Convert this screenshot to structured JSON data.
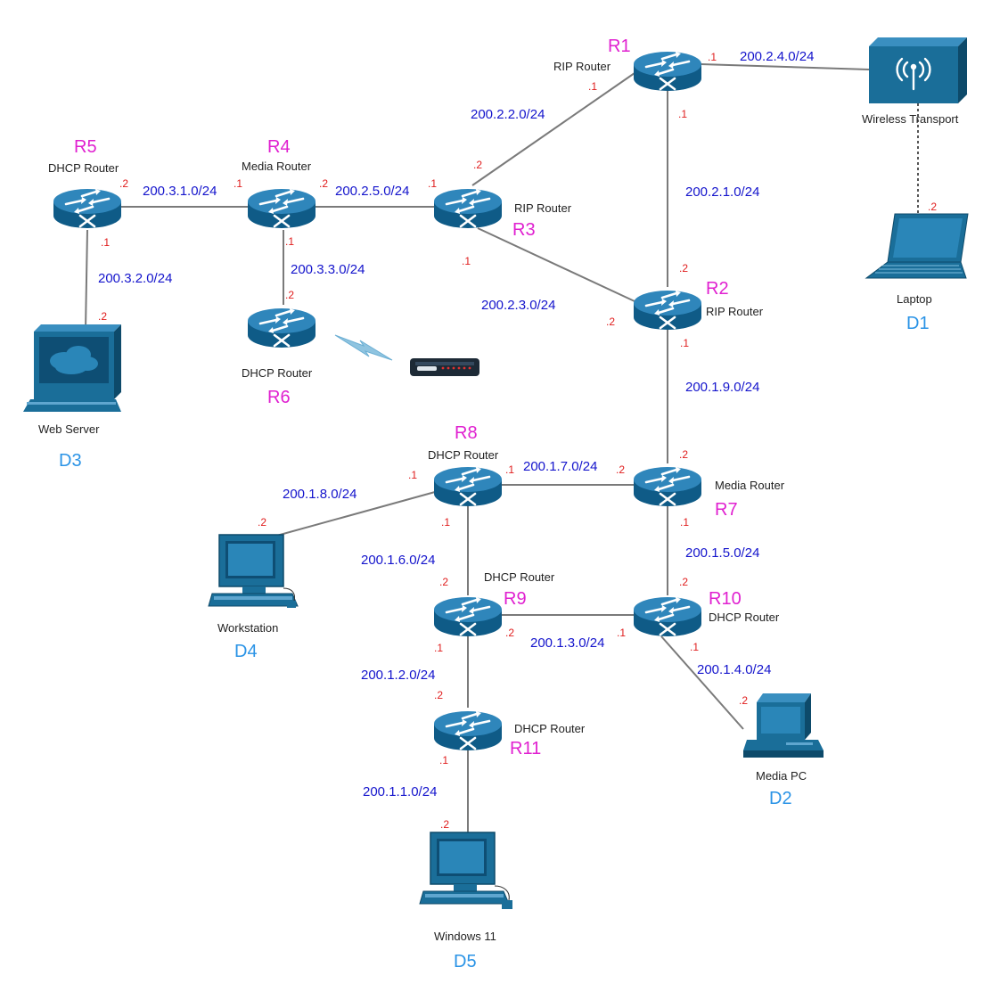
{
  "routers": [
    {
      "id": "R1",
      "role": "RIP Router"
    },
    {
      "id": "R2",
      "role": "RIP Router"
    },
    {
      "id": "R3",
      "role": "RIP Router"
    },
    {
      "id": "R4",
      "role": "Media Router"
    },
    {
      "id": "R5",
      "role": "DHCP Router"
    },
    {
      "id": "R6",
      "role": "DHCP Router"
    },
    {
      "id": "R7",
      "role": "Media Router"
    },
    {
      "id": "R8",
      "role": "DHCP Router"
    },
    {
      "id": "R9",
      "role": "DHCP Router"
    },
    {
      "id": "R10",
      "role": "DHCP Router"
    },
    {
      "id": "R11",
      "role": "DHCP Router"
    }
  ],
  "devices": [
    {
      "id": "D1",
      "label": "Laptop"
    },
    {
      "id": "D2",
      "label": "Media PC"
    },
    {
      "id": "D3",
      "label": "Web Server"
    },
    {
      "id": "D4",
      "label": "Workstation"
    },
    {
      "id": "D5",
      "label": "Windows 11"
    }
  ],
  "wireless": {
    "label": "Wireless Transport"
  },
  "networks": [
    {
      "net": "200.2.4.0/24",
      "a": ".1",
      "b": ".2"
    },
    {
      "net": "200.2.2.0/24",
      "a": ".1",
      "b": ".2"
    },
    {
      "net": "200.2.1.0/24",
      "a": ".1",
      "b": ".2"
    },
    {
      "net": "200.3.1.0/24",
      "a": ".2",
      "b": ".1"
    },
    {
      "net": "200.2.5.0/24",
      "a": ".2",
      "b": ".1"
    },
    {
      "net": "200.3.2.0/24",
      "a": ".1",
      "b": ".2"
    },
    {
      "net": "200.3.3.0/24",
      "a": ".1",
      "b": ".2"
    },
    {
      "net": "200.2.3.0/24",
      "a": ".1",
      "b": ".2"
    },
    {
      "net": "200.1.9.0/24",
      "a": ".1",
      "b": ".2"
    },
    {
      "net": "200.1.7.0/24",
      "a": ".1",
      "b": ".2"
    },
    {
      "net": "200.1.8.0/24",
      "a": ".1",
      "b": ".2"
    },
    {
      "net": "200.1.6.0/24",
      "a": ".1",
      "b": ".2"
    },
    {
      "net": "200.1.5.0/24",
      "a": ".1",
      "b": ".2"
    },
    {
      "net": "200.1.3.0/24",
      "a": ".2",
      "b": ".1"
    },
    {
      "net": "200.1.4.0/24",
      "a": ".1",
      "b": ".2"
    },
    {
      "net": "200.1.2.0/24",
      "a": ".1",
      "b": ".2"
    },
    {
      "net": "200.1.1.0/24",
      "a": ".1",
      "b": ".2"
    }
  ],
  "colors": {
    "router_fill": "#1a73a8",
    "device_fill": "#1a6e99",
    "router_name": "#e020d0",
    "device_name": "#2a93e6",
    "network_label": "#1414cc",
    "interface_label": "#e01c1c",
    "link": "#7a7a7a"
  }
}
